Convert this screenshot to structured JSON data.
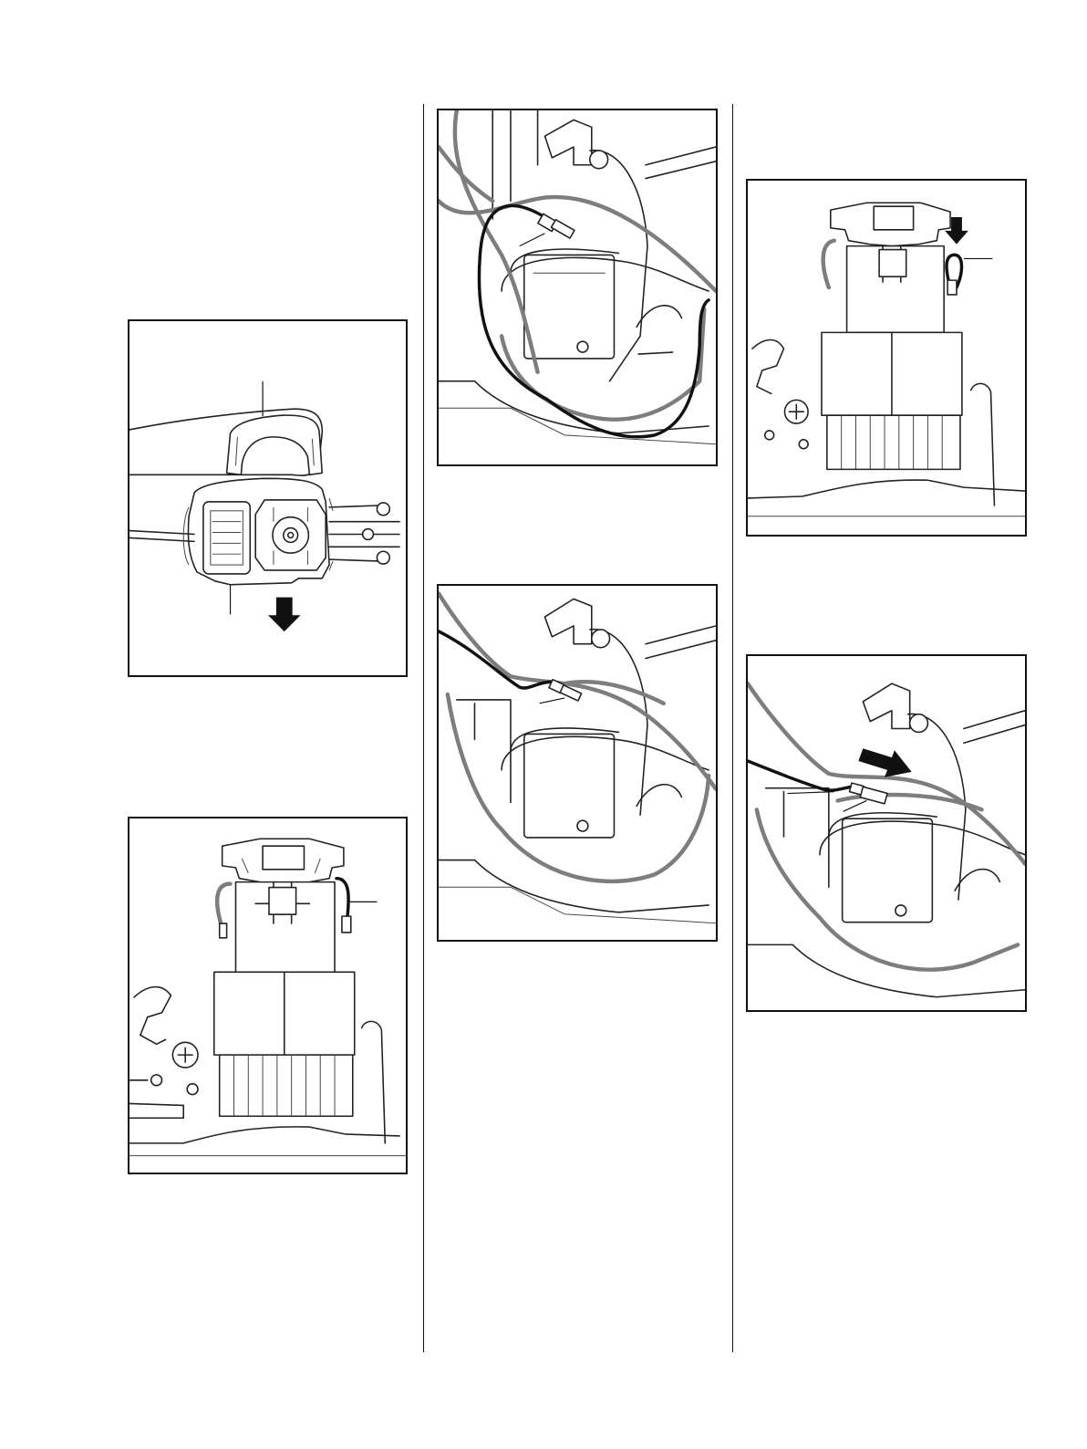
{
  "page": {
    "background": "#ffffff",
    "ink": "#111111",
    "wire_gray": "#7d7d7d"
  },
  "figures": [
    {
      "id": "fig-handle-cover-removal",
      "icon": "down-arrow-icon"
    },
    {
      "id": "fig-motor-wire-right",
      "icon": "wire-leader"
    },
    {
      "id": "fig-switch-black-wire",
      "icon": "terminal-leader"
    },
    {
      "id": "fig-switch-terminal-connected",
      "icon": "terminal-leader"
    },
    {
      "id": "fig-motor-wire-push-down",
      "icon": "down-arrow-icon"
    },
    {
      "id": "fig-switch-terminal-slide",
      "icon": "right-arrow-icon"
    }
  ]
}
